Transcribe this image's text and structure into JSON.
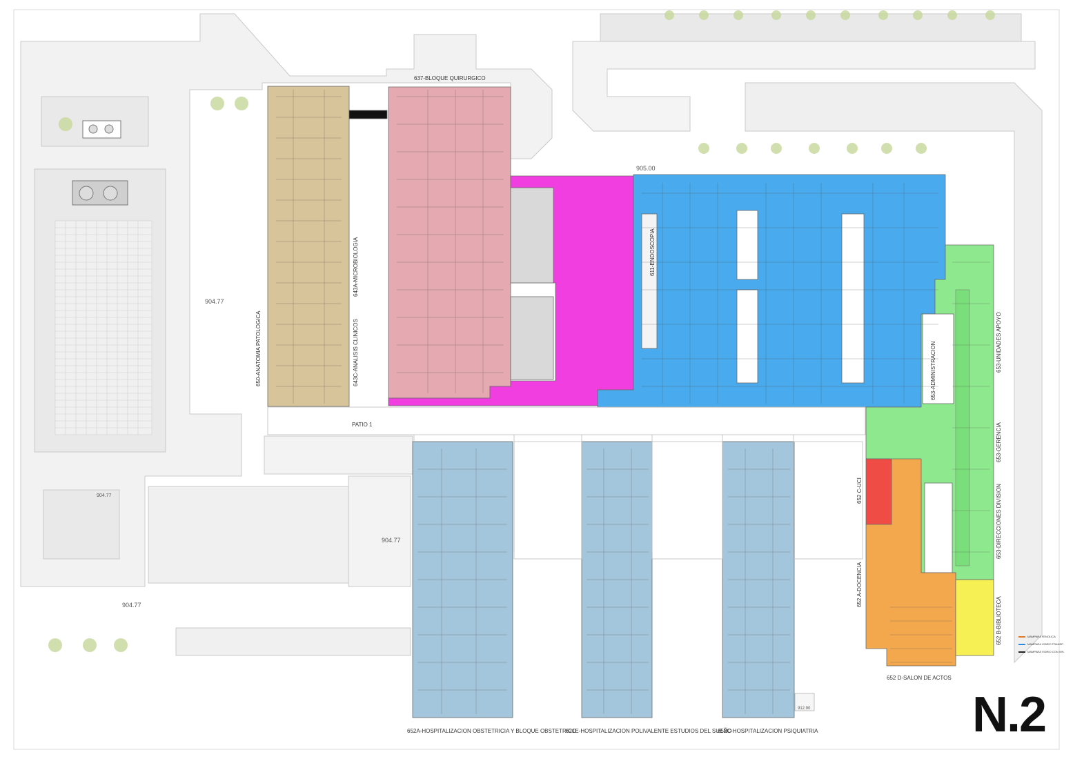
{
  "sheet_label": "N.2",
  "levels": {
    "l1": "905.00",
    "l2": "904.77",
    "l3": "904.77",
    "l4": "904.77",
    "l5": "904.77",
    "l6": "912.90"
  },
  "zones": {
    "anatomia": "650-ANATOMIA PATOLOGICA",
    "microbiologia": "643A-MICROBIOLOGIA",
    "analisis": "643C-ANALISIS CLINICOS",
    "bloque_quirurgico": "637-BLOQUE QUIRURGICO",
    "endoscopia": "611-ENDOSCOPIA",
    "administracion": "653-ADMINISTRACION",
    "unidades_apoyo": "653-UNIDADES APOYO",
    "gerencia": "653-GERENCIA",
    "direcciones": "653-DIRECCIONES DIVISION",
    "biblioteca": "652 B-BIBLIOTECA",
    "docencia": "652 A-DOCENCIA",
    "salon_actos": "652 D-SALON DE ACTOS",
    "uci": "652 C-UCI",
    "hosp_a": "652A-HOSPITALIZACION OBSTETRICIA Y BLOQUE OBSTETRICO",
    "hosp_b": "621E-HOSPITALIZACION POLIVALENTE ESTUDIOS DEL SUEÑO",
    "hosp_c": "652C-HOSPITALIZACION PSIQUIATRIA",
    "patio_1": "PATIO 1"
  },
  "legend": [
    {
      "label": "MAMPARA FENOLICA",
      "color": "#e07a2a"
    },
    {
      "label": "MAMPARA VIDRIO TRANSP.",
      "color": "#2a8adf"
    },
    {
      "label": "MAMPARA VIDRIO CON VIN.",
      "color": "#222222"
    }
  ],
  "colors": {
    "anatomia": "#d8c49a",
    "quirurgico": "#e4a9b1",
    "magenta": "#f03ee0",
    "blue": "#49aaee",
    "green": "#8ee88e",
    "orange": "#f4a84e",
    "yellow": "#f7f054",
    "red": "#ef4c46",
    "hosp": "#a4c6dc"
  }
}
